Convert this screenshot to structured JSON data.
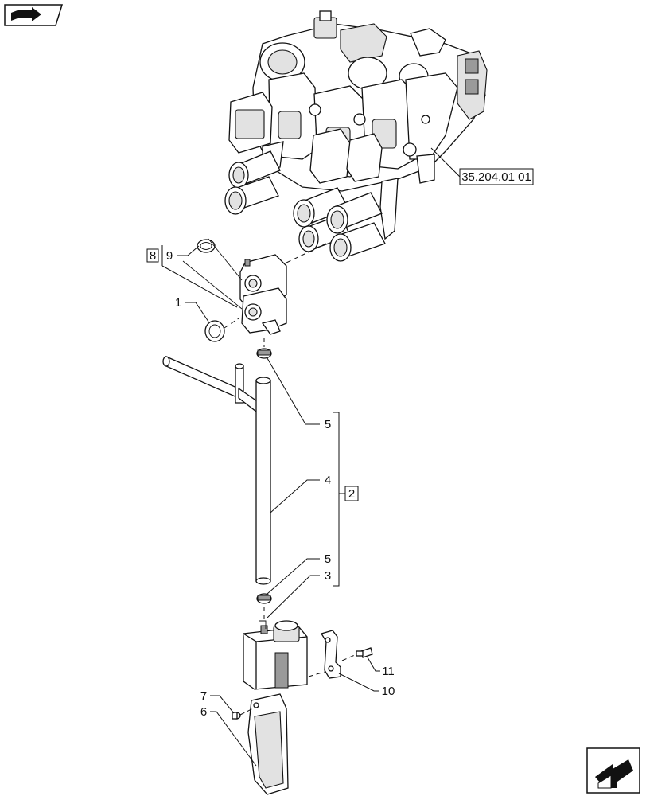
{
  "icons": {
    "top_left": "previous-page-icon",
    "bottom_right": "next-page-icon"
  },
  "reference": "35.204.01 01",
  "callouts": {
    "c1": "1",
    "c2": "2",
    "c3": "3",
    "c4": "4",
    "c5_top": "5",
    "c5_bottom": "5",
    "c6": "6",
    "c7": "7",
    "c8": "8",
    "c9": "9",
    "c10": "10",
    "c11": "11"
  }
}
